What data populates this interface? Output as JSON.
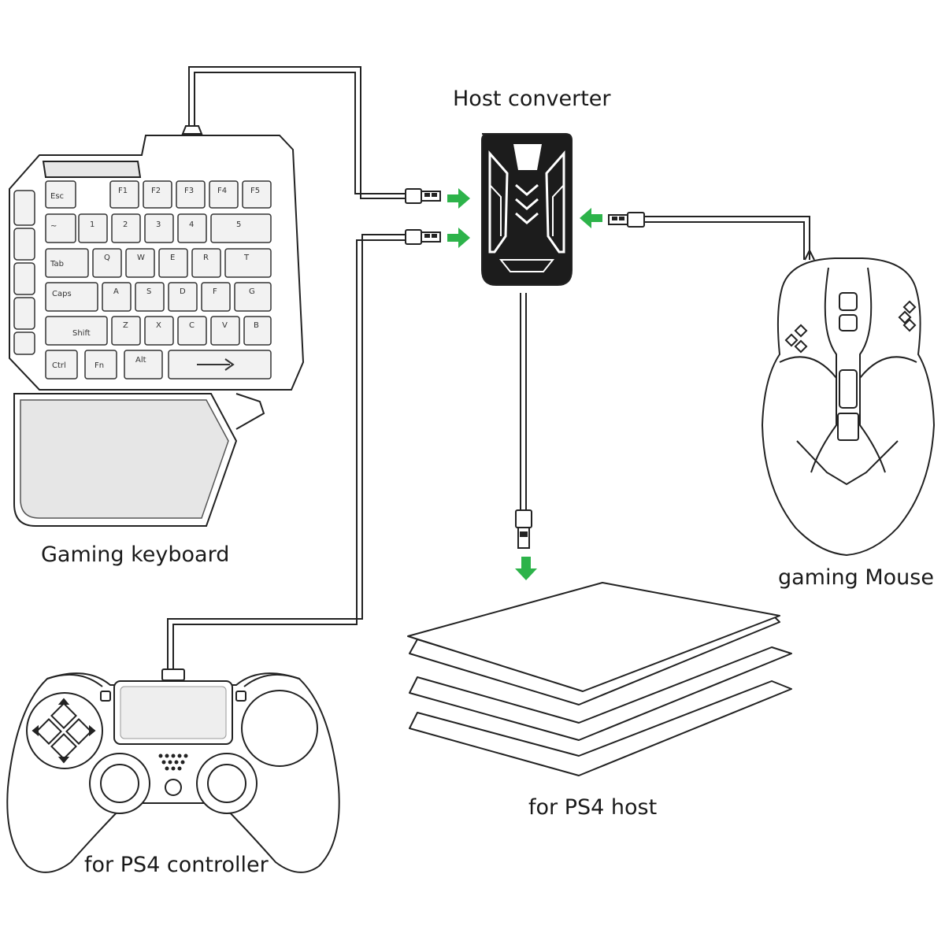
{
  "labels": {
    "host_converter": "Host converter",
    "gaming_keyboard": "Gaming keyboard",
    "gaming_mouse": "gaming Mouse",
    "ps4_host": "for PS4 host",
    "ps4_controller": "for PS4 controller"
  },
  "keyboard": {
    "row1": [
      "Esc",
      "F1",
      "F2",
      "F3",
      "F4",
      "F5"
    ],
    "row2": [
      "~",
      "1",
      "2",
      "3",
      "4",
      "5"
    ],
    "row3": [
      "Tab",
      "Q",
      "W",
      "E",
      "R",
      "T"
    ],
    "row4": [
      "Caps",
      "A",
      "S",
      "D",
      "F",
      "G"
    ],
    "row5": [
      "Shift",
      "Z",
      "X",
      "C",
      "V",
      "B"
    ],
    "row6": [
      "Ctrl",
      "Fn",
      "Alt"
    ]
  },
  "colors": {
    "arrow": "#2db34a",
    "line": "#222222",
    "device_dark": "#1c1c1c"
  }
}
